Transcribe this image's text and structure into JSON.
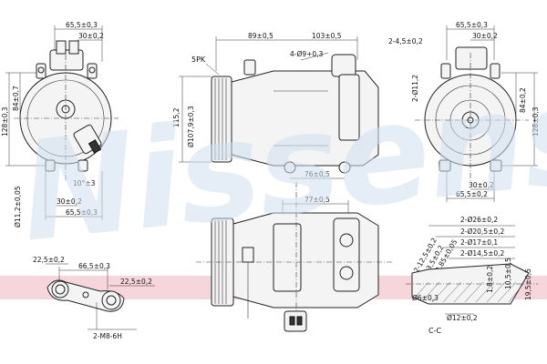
{
  "watermark": {
    "text": "Nissens"
  },
  "colors": {
    "watermark": "#cfe0ee",
    "stripe": "#f3c7cf",
    "line": "#222222"
  },
  "front_view_left": {
    "dims": [
      "65,5±0,3",
      "30±0,2",
      "84±0,7",
      "128±0,3",
      "10°±3",
      "30±0,2",
      "65,5±0,3",
      "Ø11,2±0,05"
    ]
  },
  "side_view": {
    "dims": [
      "89±0,5",
      "103±0,5",
      "4-Ø9+0,3",
      "5PK",
      "115,2",
      "Ø107,9±0,3",
      "76±0,5"
    ]
  },
  "front_view_right": {
    "dims": [
      "65,5±0,3",
      "30±0,2",
      "2-4,5±0,2",
      "2-Ø11,2",
      "84±0,2",
      "128±0,3",
      "30±0,2",
      "65,5±0,2"
    ]
  },
  "top_view": {
    "dims": [
      "77±0,5"
    ]
  },
  "rear_port_view": {
    "dims": [
      "22,5±0,2",
      "66,5±0,3",
      "22,5±0,2",
      "2-M8-6H"
    ]
  },
  "section_view": {
    "dims": [
      "2-Ø26±0,2",
      "2-Ø20,5±0,2",
      "2-Ø17±0,1",
      "2-Ø14,5±0,2",
      "2-12,5±0,2",
      "2-3,5±0,2",
      "2-2,85±0,05",
      "1,8±0,2",
      "10,5±0,5",
      "19,5±0,5",
      "Ø6±0,3",
      "Ø12±0,2"
    ],
    "label": "C-C"
  }
}
